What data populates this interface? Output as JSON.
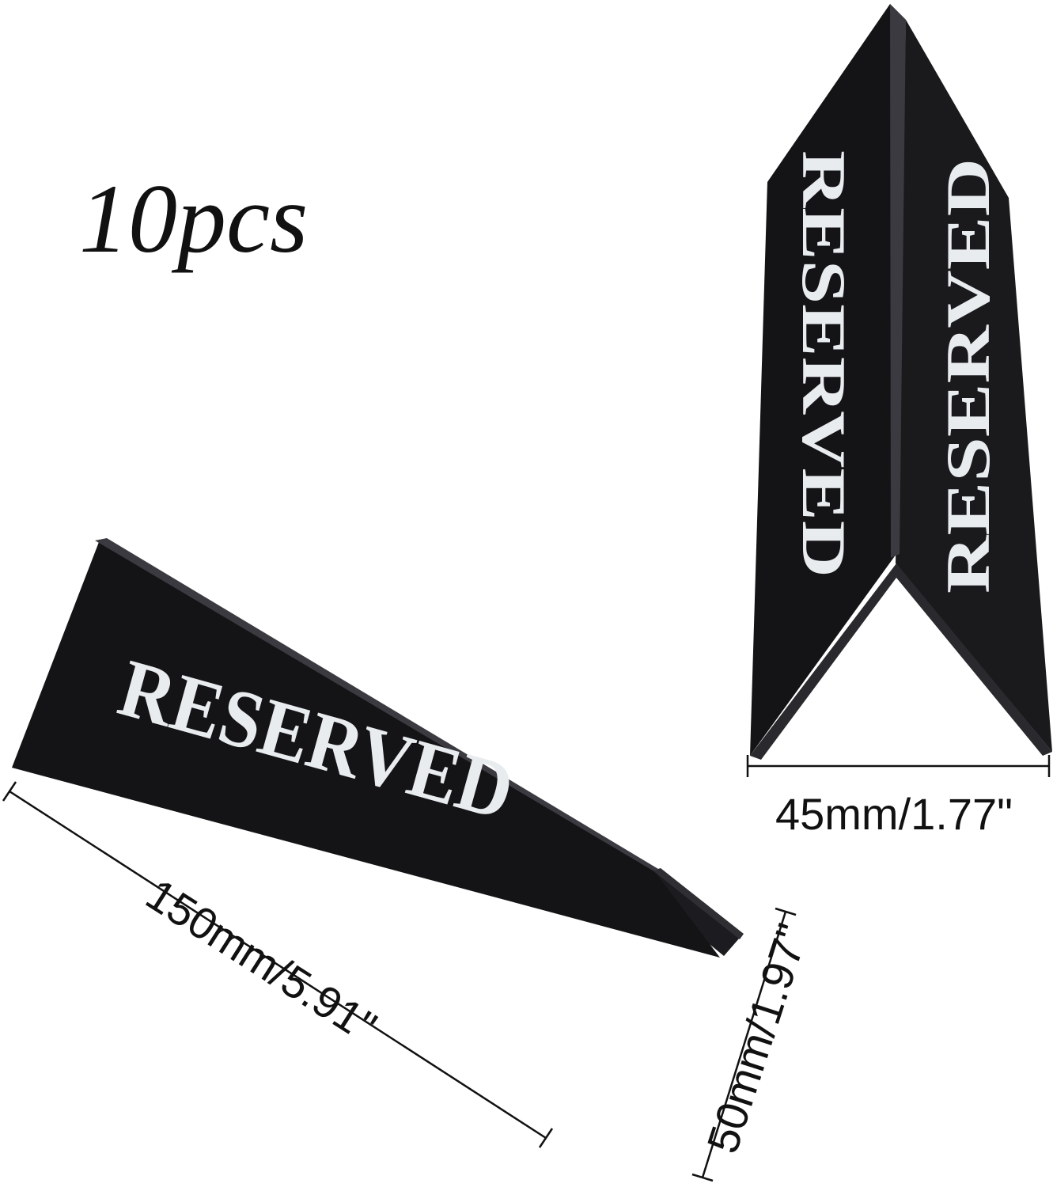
{
  "quantity_label": "10pcs",
  "sign": {
    "front_text": "RESERVED",
    "side_a_text": "RESERVED",
    "side_b_text": "RESERVED"
  },
  "dimensions": {
    "length": "150mm/5.91\"",
    "height": "50mm/1.97\"",
    "width": "45mm/1.77\""
  },
  "colors": {
    "sign_body": "#141416",
    "sign_edge": "#2a2a2e",
    "print": "#e9ecef",
    "ink": "#111111"
  }
}
